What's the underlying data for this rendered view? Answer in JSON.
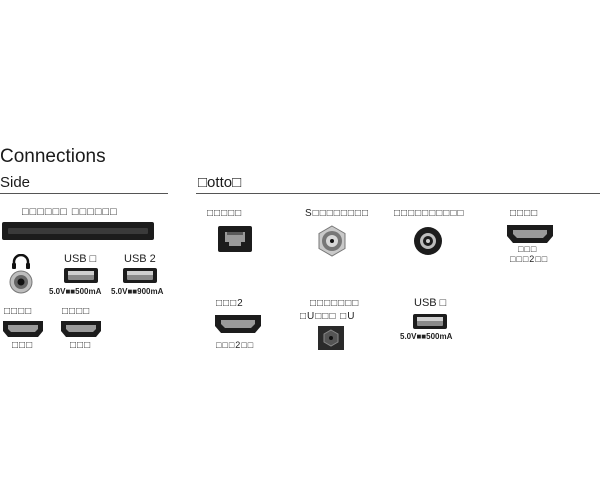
{
  "page": {
    "title": "Connections"
  },
  "side": {
    "heading": "Side",
    "ci_label": "□□□□□□ □□□□□□",
    "usb1": {
      "label": "USB □",
      "power": "5.0V■■500mA"
    },
    "usb2": {
      "label": "USB 2",
      "power": "5.0V■■900mA"
    },
    "hdmi1": {
      "label": "□□□□",
      "sub": "□□□"
    },
    "hdmi2": {
      "label": "□□□□",
      "sub": "□□□"
    }
  },
  "bottom": {
    "heading": "□otto□",
    "network_label": "□□□□□",
    "sat_label": "S□□□□□□□□",
    "ant_label": "□□□□□□□□□□",
    "hdmi_top": {
      "label": "□□□□",
      "sub1": "□□□",
      "sub2": "□□□2□□"
    },
    "hdmi_bot": {
      "label": "□□□2",
      "sub": "□□□2□□"
    },
    "optical": {
      "label1": "□□□□□□□",
      "label2": "□U□□□ □U"
    },
    "usb": {
      "label": "USB □",
      "power": "5.0V■■500mA"
    }
  }
}
